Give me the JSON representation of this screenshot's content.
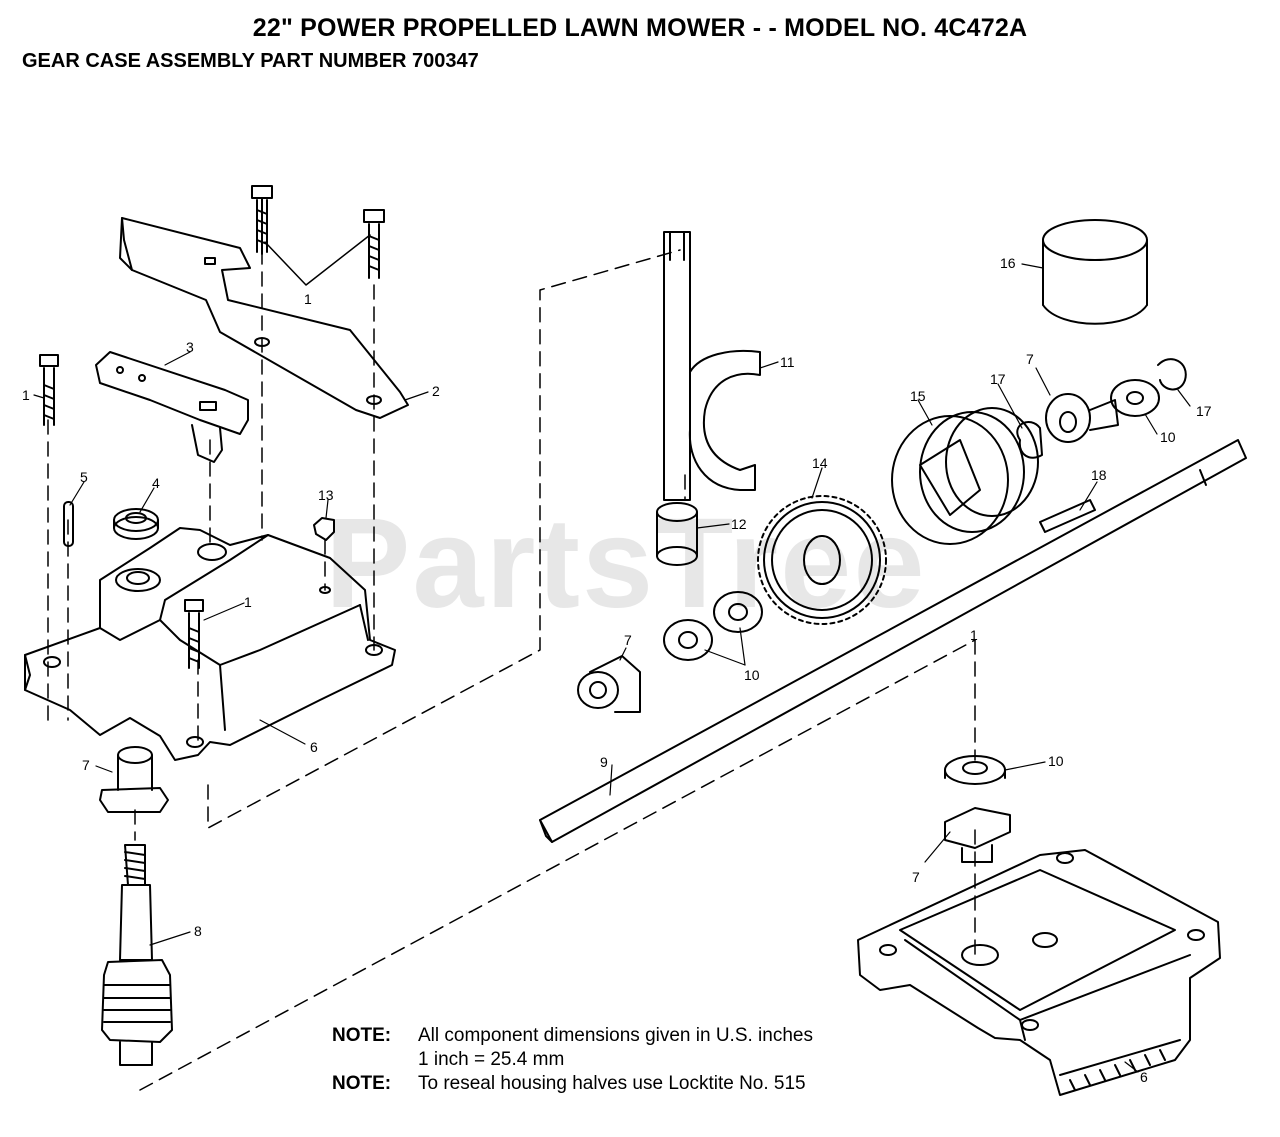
{
  "title": "22\" POWER PROPELLED LAWN MOWER - - MODEL NO. 4C472A",
  "subtitle": "GEAR CASE ASSEMBLY PART NUMBER 700347",
  "watermark": "PartsTree",
  "callouts": {
    "c1a": "1",
    "c1b": "1",
    "c1c": "1",
    "c1d": "1",
    "c2": "2",
    "c3": "3",
    "c4": "4",
    "c5": "5",
    "c6a": "6",
    "c6b": "6",
    "c7a": "7",
    "c7b": "7",
    "c7c": "7",
    "c7d": "7",
    "c8": "8",
    "c9": "9",
    "c10a": "10",
    "c10b": "10",
    "c10c": "10",
    "c11": "11",
    "c12": "12",
    "c13": "13",
    "c14": "14",
    "c15": "15",
    "c16": "16",
    "c17a": "17",
    "c17b": "17",
    "c18": "18"
  },
  "notes": [
    {
      "head": "NOTE:",
      "lines": [
        "All component dimensions given in U.S. inches",
        "1 inch = 25.4 mm"
      ]
    },
    {
      "head": "NOTE:",
      "lines": [
        "To reseal housing halves use Locktite No. 515"
      ]
    }
  ]
}
